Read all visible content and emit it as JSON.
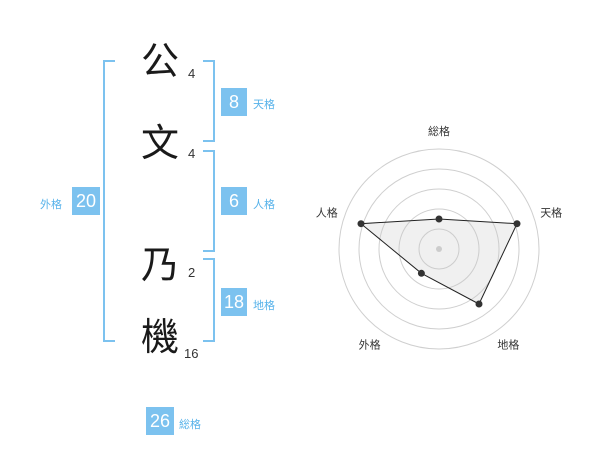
{
  "name": {
    "chars": [
      {
        "char": "公",
        "strokes": "4"
      },
      {
        "char": "文",
        "strokes": "4"
      },
      {
        "char": "乃",
        "strokes": "2"
      },
      {
        "char": "機",
        "strokes": "16"
      }
    ]
  },
  "kakusu": {
    "tenkaku": {
      "value": "8",
      "label": "天格"
    },
    "jinkaku": {
      "value": "6",
      "label": "人格"
    },
    "chikaku": {
      "value": "18",
      "label": "地格"
    },
    "gaikaku": {
      "value": "20",
      "label": "外格"
    },
    "soukaku": {
      "value": "26",
      "label": "総格"
    }
  },
  "colors": {
    "accent": "#7cc2ef",
    "label": "#56b2ea"
  },
  "chart_data": {
    "type": "radar",
    "axes": [
      "総格",
      "天格",
      "地格",
      "外格",
      "人格"
    ],
    "values": [
      0.3,
      0.82,
      0.68,
      0.3,
      0.82
    ],
    "range": [
      0,
      1
    ],
    "rings": 5
  }
}
